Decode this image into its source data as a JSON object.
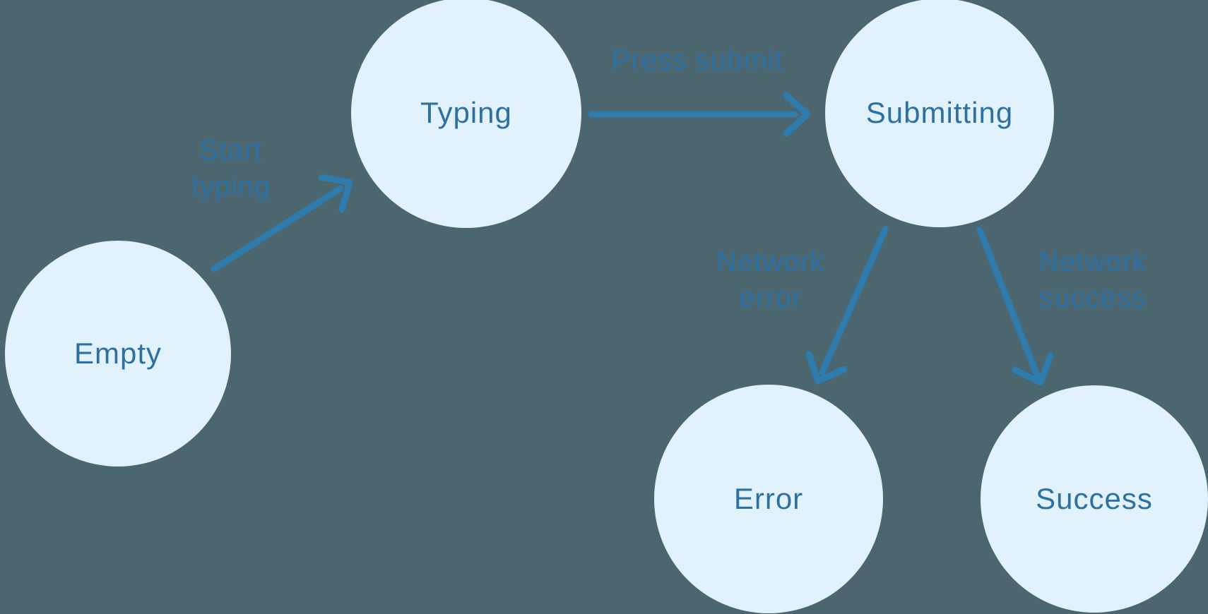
{
  "diagram": {
    "colors": {
      "background": "#4C6670",
      "node_fill": "#E2F2FC",
      "node_text": "#2E719F",
      "arrow": "#2E7BAE",
      "edge_label_text": "#2B6FA3"
    },
    "nodes": [
      {
        "id": "empty",
        "label": "Empty"
      },
      {
        "id": "typing",
        "label": "Typing"
      },
      {
        "id": "submitting",
        "label": "Submitting"
      },
      {
        "id": "error",
        "label": "Error"
      },
      {
        "id": "success",
        "label": "Success"
      }
    ],
    "edges": [
      {
        "from": "empty",
        "to": "typing",
        "label": "Start\ntyping"
      },
      {
        "from": "typing",
        "to": "submitting",
        "label": "Press submit"
      },
      {
        "from": "submitting",
        "to": "error",
        "label": "Network\nerror"
      },
      {
        "from": "submitting",
        "to": "success",
        "label": "Network\nsuccess"
      }
    ]
  }
}
